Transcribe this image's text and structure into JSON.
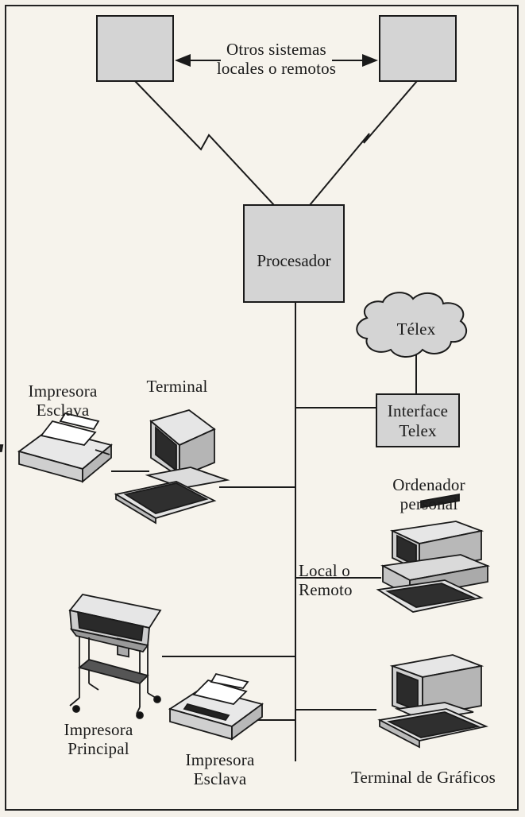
{
  "diagram": {
    "labels": {
      "other_systems_1": "Otros sistemas",
      "other_systems_2": "locales o remotos",
      "processor": "Procesador",
      "telex": "Télex",
      "interface_1": "Interface",
      "interface_2": "Telex",
      "terminal": "Terminal",
      "slave_printer_top_1": "Impresora",
      "slave_printer_top_2": "Esclava",
      "personal_computer_1": "Ordenador",
      "personal_computer_2": "personal",
      "local_remote_1": "Local o",
      "local_remote_2": "Remoto",
      "main_printer_1": "Impresora",
      "main_printer_2": "Principal",
      "slave_printer_bottom_1": "Impresora",
      "slave_printer_bottom_2": "Esclava",
      "graphics_terminal": "Terminal de Gráficos"
    },
    "colors": {
      "box_fill": "#d4d4d4",
      "line": "#1a1a1a",
      "background": "#f6f3ec"
    }
  }
}
